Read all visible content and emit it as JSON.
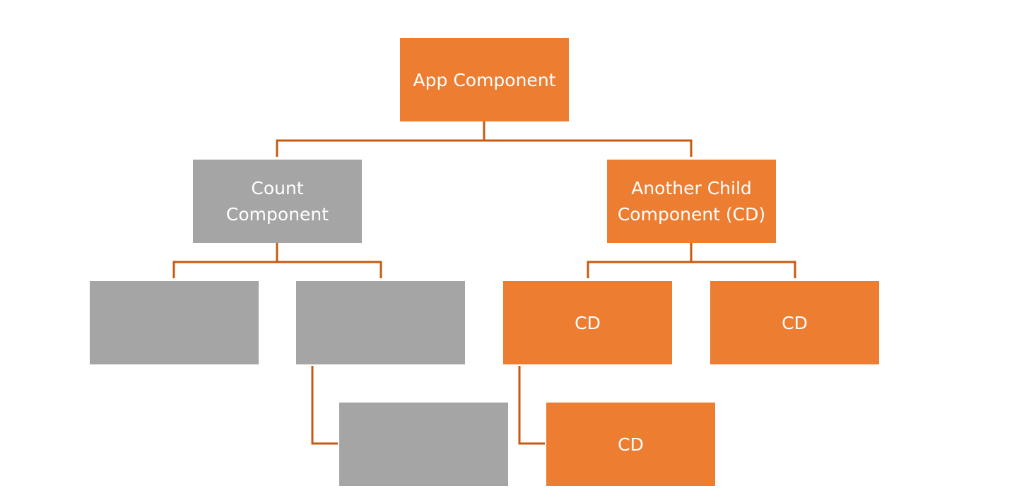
{
  "diagram": {
    "connector_color": "#C55A11",
    "colors": {
      "orange": "#ED7D31",
      "gray": "#A5A5A5",
      "text": "#FFFFFF"
    },
    "nodes": {
      "app": {
        "label": "App Component",
        "color": "orange"
      },
      "count": {
        "label": "Count\nComponent",
        "color": "gray"
      },
      "another": {
        "label": "Another Child\nComponent (CD)",
        "color": "orange"
      },
      "gray_1": {
        "label": "",
        "color": "gray"
      },
      "gray_2": {
        "label": "",
        "color": "gray"
      },
      "cd_1": {
        "label": "CD",
        "color": "orange"
      },
      "cd_2": {
        "label": "CD",
        "color": "orange"
      },
      "gray_3": {
        "label": "",
        "color": "gray"
      },
      "cd_3": {
        "label": "CD",
        "color": "orange"
      }
    },
    "edges": [
      {
        "from": "app",
        "to": "count"
      },
      {
        "from": "app",
        "to": "another"
      },
      {
        "from": "count",
        "to": "gray_1"
      },
      {
        "from": "count",
        "to": "gray_2"
      },
      {
        "from": "another",
        "to": "cd_1"
      },
      {
        "from": "another",
        "to": "cd_2"
      },
      {
        "from": "gray_2",
        "to": "gray_3"
      },
      {
        "from": "cd_1",
        "to": "cd_3"
      }
    ]
  }
}
